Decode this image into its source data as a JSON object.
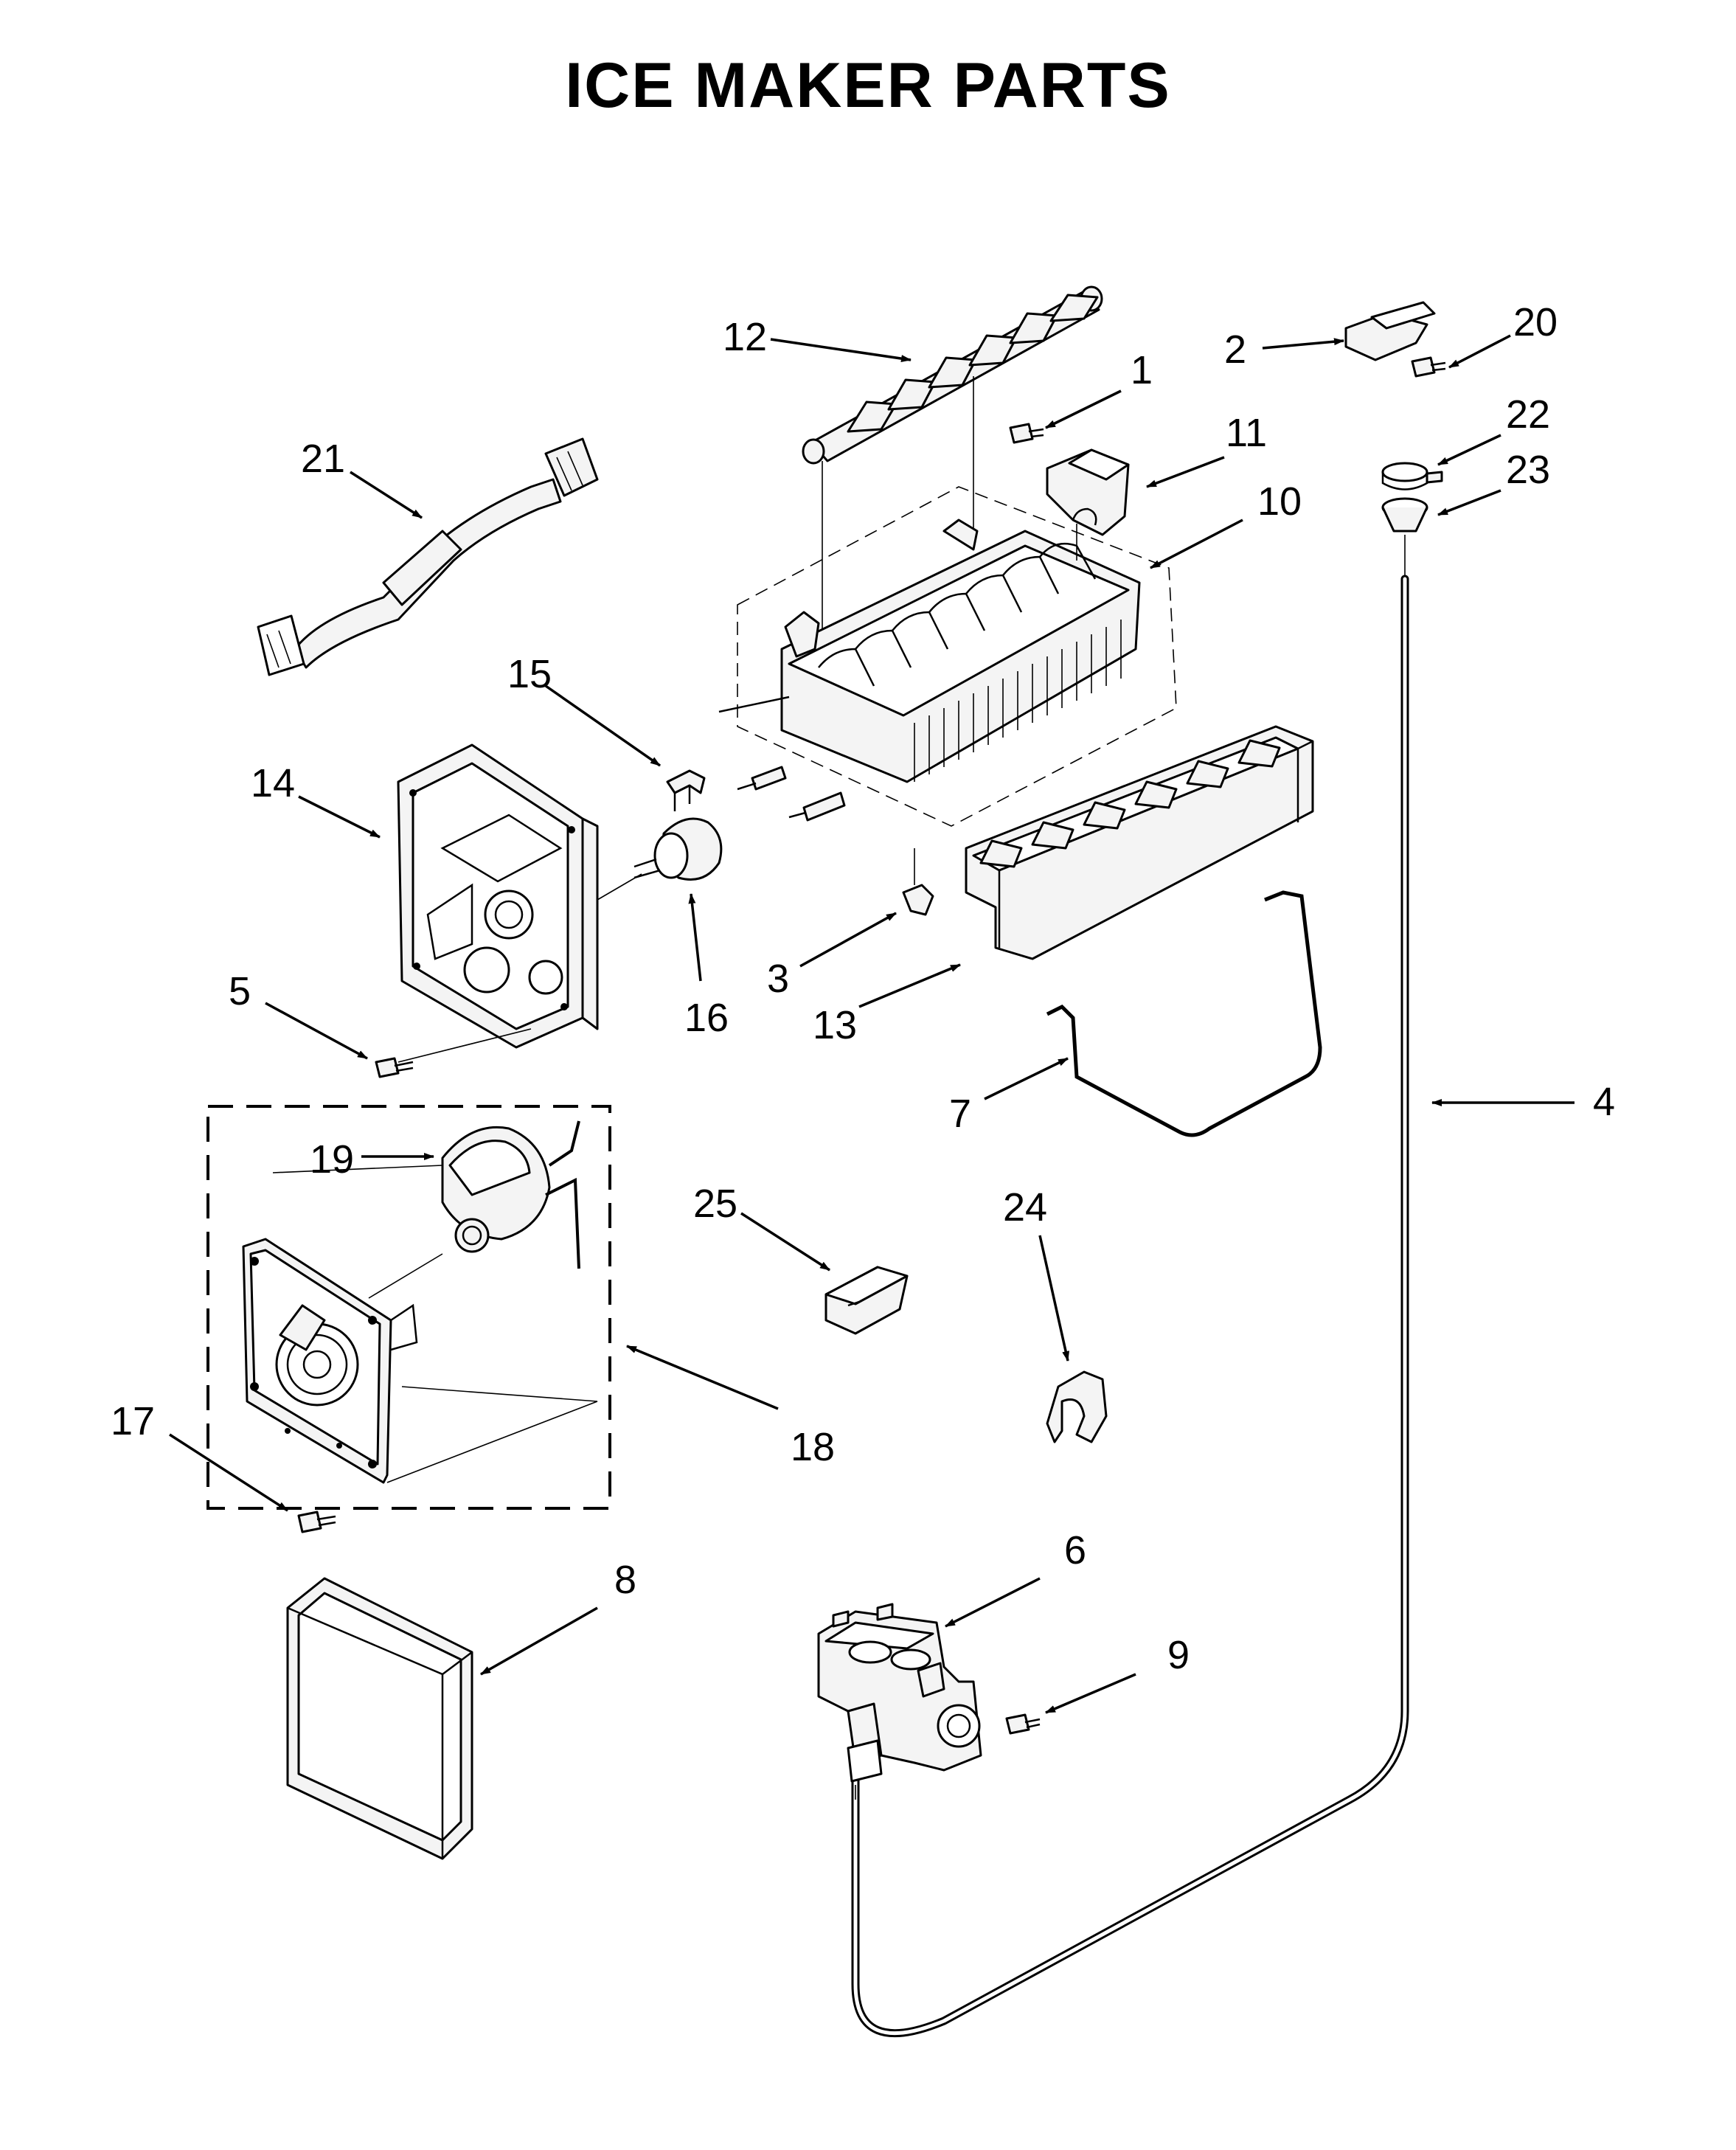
{
  "page": {
    "title": "ICE MAKER PARTS"
  },
  "callouts": [
    {
      "id": "c12",
      "label": "12"
    },
    {
      "id": "c1",
      "label": "1"
    },
    {
      "id": "c2",
      "label": "2"
    },
    {
      "id": "c20",
      "label": "20"
    },
    {
      "id": "c22",
      "label": "22"
    },
    {
      "id": "c23",
      "label": "23"
    },
    {
      "id": "c11",
      "label": "11"
    },
    {
      "id": "c10",
      "label": "10"
    },
    {
      "id": "c21",
      "label": "21"
    },
    {
      "id": "c15",
      "label": "15"
    },
    {
      "id": "c14",
      "label": "14"
    },
    {
      "id": "c16",
      "label": "16"
    },
    {
      "id": "c3",
      "label": "3"
    },
    {
      "id": "c13",
      "label": "13"
    },
    {
      "id": "c5",
      "label": "5"
    },
    {
      "id": "c7",
      "label": "7"
    },
    {
      "id": "c4",
      "label": "4"
    },
    {
      "id": "c19",
      "label": "19"
    },
    {
      "id": "c25",
      "label": "25"
    },
    {
      "id": "c24",
      "label": "24"
    },
    {
      "id": "c18",
      "label": "18"
    },
    {
      "id": "c17",
      "label": "17"
    },
    {
      "id": "c8",
      "label": "8"
    },
    {
      "id": "c6",
      "label": "6"
    },
    {
      "id": "c9",
      "label": "9"
    }
  ]
}
